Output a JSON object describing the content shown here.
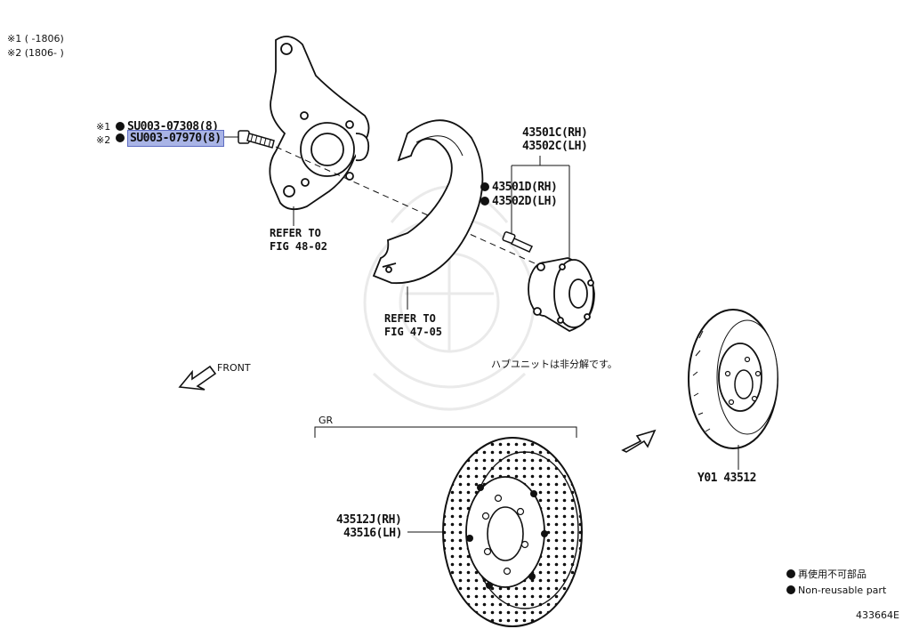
{
  "notes": {
    "n1": "※1 (     -1806)",
    "n2": "※2 (1806-      )"
  },
  "bolt": {
    "mark1": "※1",
    "mark2": "※2",
    "part1": "SU003-07308(8)",
    "part2": "SU003-07970(8)"
  },
  "knuckle_ref": {
    "line1": "REFER TO",
    "line2": "FIG 48-02"
  },
  "shield_ref": {
    "line1": "REFER TO",
    "line2": "FIG 47-05"
  },
  "hub": {
    "p1": "43501C(RH)",
    "p2": "43502C(LH)",
    "p3": "43501D(RH)",
    "p4": "43502D(LH)",
    "note": "ハブユニットは非分解です。"
  },
  "front_label": "FRONT",
  "gr_label": "GR",
  "gr_disc": {
    "p1": "43512J(RH)",
    "p2": "43516(LH)"
  },
  "std_disc": "Y01 43512",
  "legend": {
    "jp": "再使用不可部品",
    "en": "Non-reusable part"
  },
  "figure_id": "433664E",
  "colors": {
    "highlight": "#a9b4e6",
    "line": "#111111"
  }
}
